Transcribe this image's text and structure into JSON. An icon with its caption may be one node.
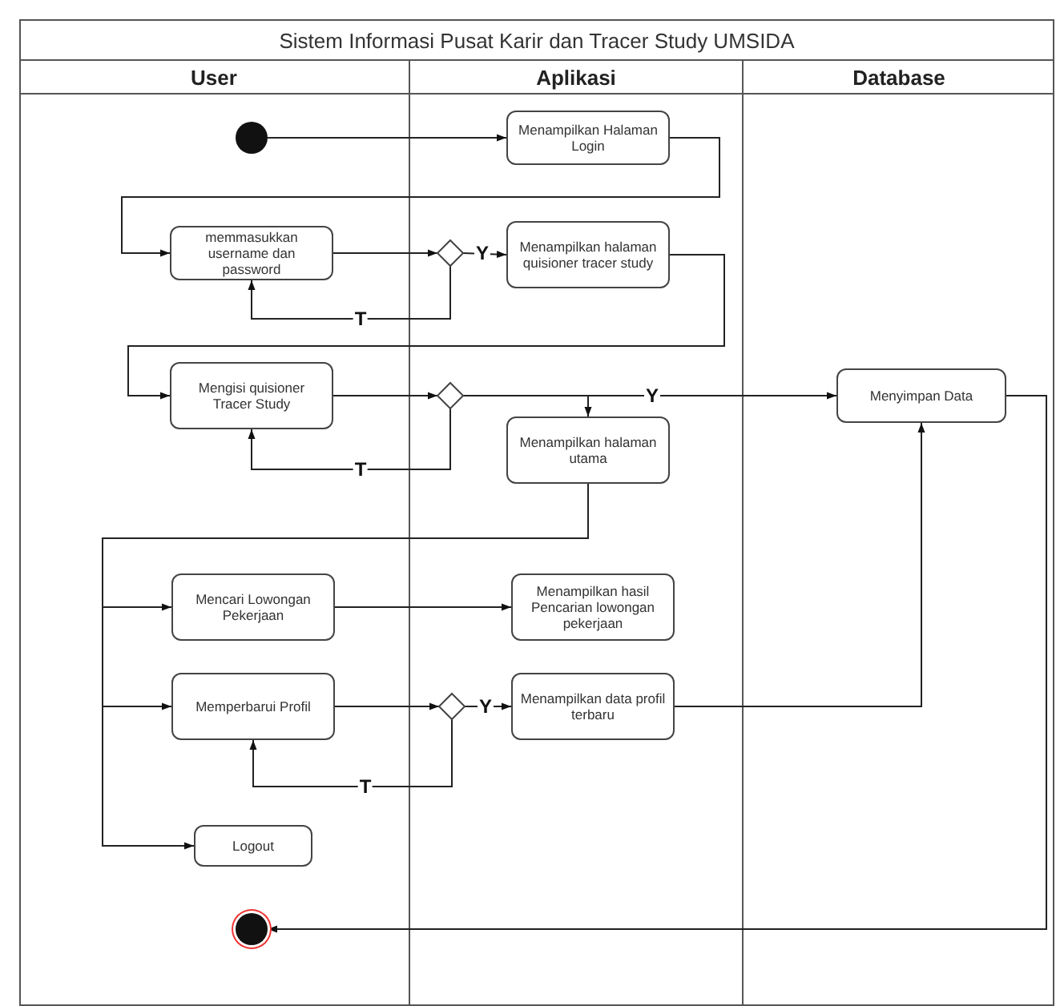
{
  "diagram": {
    "title": "Sistem Informasi Pusat Karir dan Tracer Study UMSIDA",
    "nodes": [
      {
        "text": [
          "User"
        ]
      },
      {
        "text": [
          "Aplikasi"
        ]
      },
      {
        "text": [
          "Database"
        ]
      },
      {
        "text": [],
        "shape": "circle",
        "in": 0
      },
      {
        "text": [
          "Menampilkan Halaman Login"
        ],
        "in": 1
      },
      {
        "text": [
          "memmasukkan username dan password"
        ],
        "in": 0
      },
      {
        "text": [],
        "shape": "diamond",
        "in": 1
      },
      {
        "text": [
          "Menampilkan halaman quisioner tracer study"
        ],
        "in": 1
      },
      {
        "text": [
          "Mengisi quisioner Tracer Study"
        ],
        "in": 0
      },
      {
        "text": [],
        "shape": "diamond",
        "in": 1
      },
      {
        "text": [
          "Menampilkan halaman utama"
        ],
        "in": 1
      },
      {
        "text": [
          "Menyimpan Data"
        ],
        "in": 2
      },
      {
        "text": [
          "Mencari Lowongan Pekerjaan"
        ],
        "in": 0
      },
      {
        "text": [
          "Menampilkan hasil Pencarian lowongan pekerjaan"
        ],
        "in": 1
      },
      {
        "text": [
          "Memperbarui Profil"
        ],
        "in": 0
      },
      {
        "text": [],
        "shape": "diamond",
        "in": 1
      },
      {
        "text": [
          "Menampilkan data profil terbaru"
        ],
        "in": 1
      },
      {
        "text": [
          "Logout"
        ],
        "in": 0
      },
      {
        "text": [],
        "shape": "circle",
        "in": 0
      }
    ],
    "edges": [
      {
        "from": 3,
        "to": 4,
        "arrow": "to"
      },
      {
        "from": 4,
        "to": 5,
        "arrow": "to"
      },
      {
        "from": 5,
        "to": 6,
        "arrow": "to"
      },
      {
        "from": 6,
        "to": 7,
        "arrow": "to",
        "label": "Y"
      },
      {
        "from": 6,
        "to": 5,
        "arrow": "to",
        "label": "T"
      },
      {
        "from": 7,
        "to": 8,
        "arrow": "to"
      },
      {
        "from": 8,
        "to": 9,
        "arrow": "to"
      },
      {
        "from": 9,
        "to": 11,
        "arrow": "to",
        "label": "Y"
      },
      {
        "from": 9,
        "to": 10,
        "arrow": "to"
      },
      {
        "from": 9,
        "to": 8,
        "arrow": "to",
        "label": "T"
      },
      {
        "from": 10,
        "to": 12,
        "arrow": "to"
      },
      {
        "from": 10,
        "to": 14,
        "arrow": "to"
      },
      {
        "from": 10,
        "to": 17,
        "arrow": "to"
      },
      {
        "from": 12,
        "to": 13,
        "arrow": "to"
      },
      {
        "from": 14,
        "to": 15,
        "arrow": "to"
      },
      {
        "from": 15,
        "to": 16,
        "arrow": "to",
        "label": "Y"
      },
      {
        "from": 15,
        "to": 14,
        "arrow": "to",
        "label": "T"
      },
      {
        "from": 16,
        "to": 11,
        "arrow": "to"
      },
      {
        "from": 11,
        "to": 18,
        "arrow": "to"
      }
    ]
  }
}
